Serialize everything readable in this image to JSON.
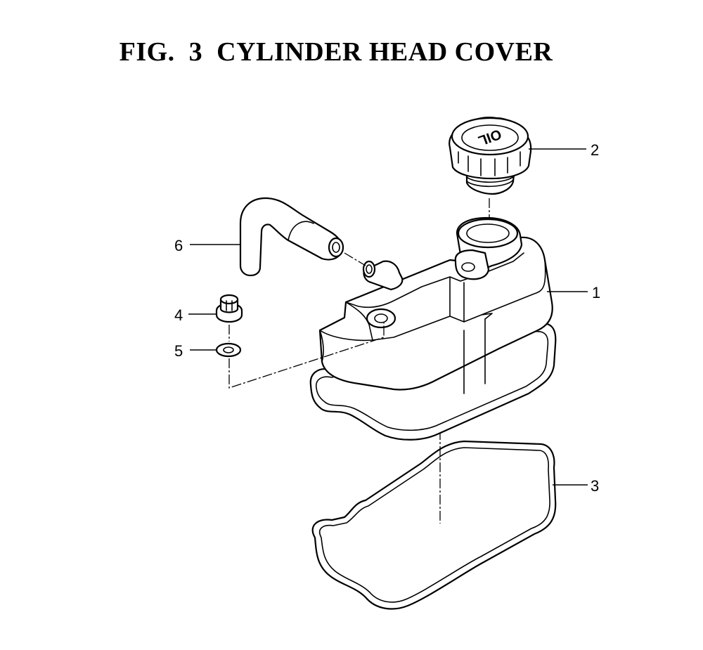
{
  "figure": {
    "title": "FIG.  3  CYLINDER HEAD COVER"
  },
  "cap_marking": "OIL",
  "callouts": [
    "1",
    "2",
    "3",
    "4",
    "5",
    "6"
  ]
}
